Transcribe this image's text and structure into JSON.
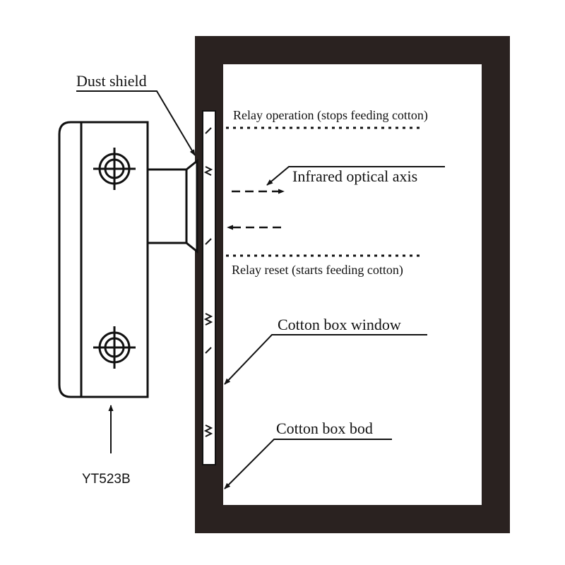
{
  "labels": {
    "dust_shield": "Dust shield",
    "relay_operation": "Relay operation (stops feeding cotton)",
    "infrared_axis": "Infrared optical axis",
    "relay_reset": "Relay reset (starts feeding cotton)",
    "window": "Cotton box window",
    "body": "Cotton box bod",
    "sensor_model": "YT523B"
  },
  "colors": {
    "frame": "#2a2220",
    "ink": "#111111",
    "background": "#ffffff"
  }
}
